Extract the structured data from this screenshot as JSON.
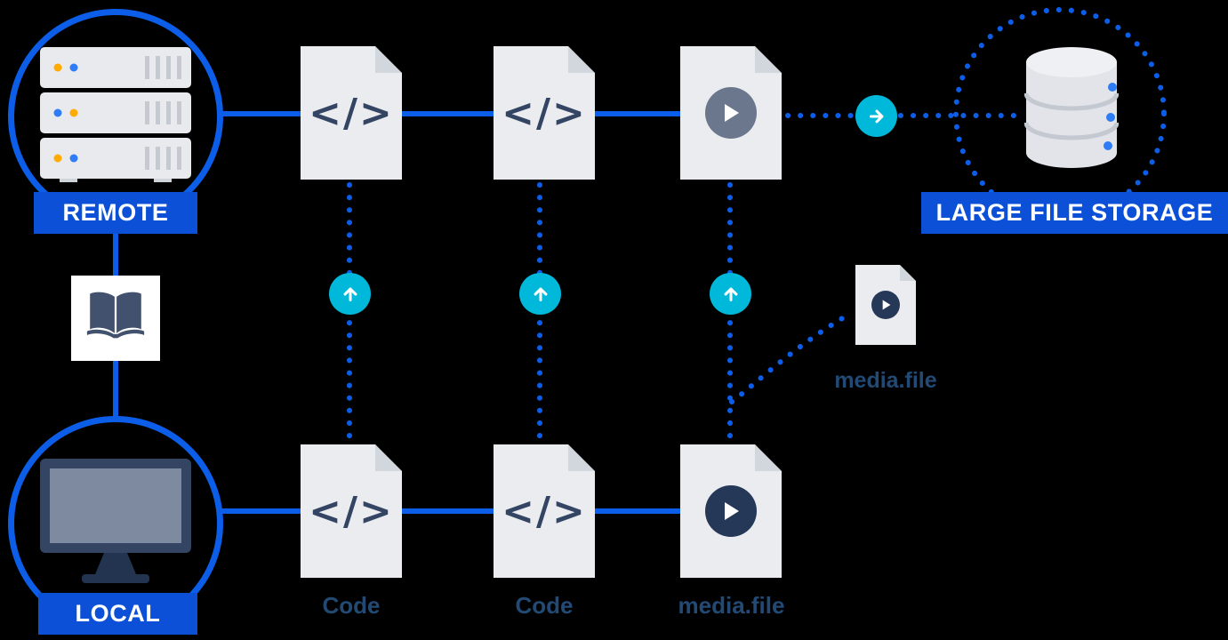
{
  "diagram": {
    "type": "git-lfs-workflow",
    "nodes": {
      "remote": {
        "label": "REMOTE"
      },
      "local": {
        "label": "LOCAL"
      },
      "storage": {
        "label": "LARGE FILE STORAGE"
      }
    },
    "files": {
      "code_glyph": "</>",
      "labels": [
        "Code",
        "Code",
        "media.file"
      ],
      "pointer_file_label": "media.file"
    },
    "icons": {
      "server": "server-stack-icon",
      "monitor": "desktop-monitor-icon",
      "book": "repository-book-icon",
      "database": "database-cylinder-icon",
      "code_file": "code-file-icon",
      "media_file": "media-file-play-icon",
      "upload": "arrow-up-circle-icon",
      "transfer": "arrow-right-circle-icon"
    },
    "colors": {
      "background": "#000000",
      "line_blue": "#0c5ee8",
      "badge_blue": "#0b50d6",
      "teal": "#00b8d9",
      "navy": "#253858",
      "file_gray": "#ebecf0",
      "label_blue": "#234a74",
      "dot_orange": "#ffab00",
      "dot_blue": "#2e7cf6"
    }
  }
}
